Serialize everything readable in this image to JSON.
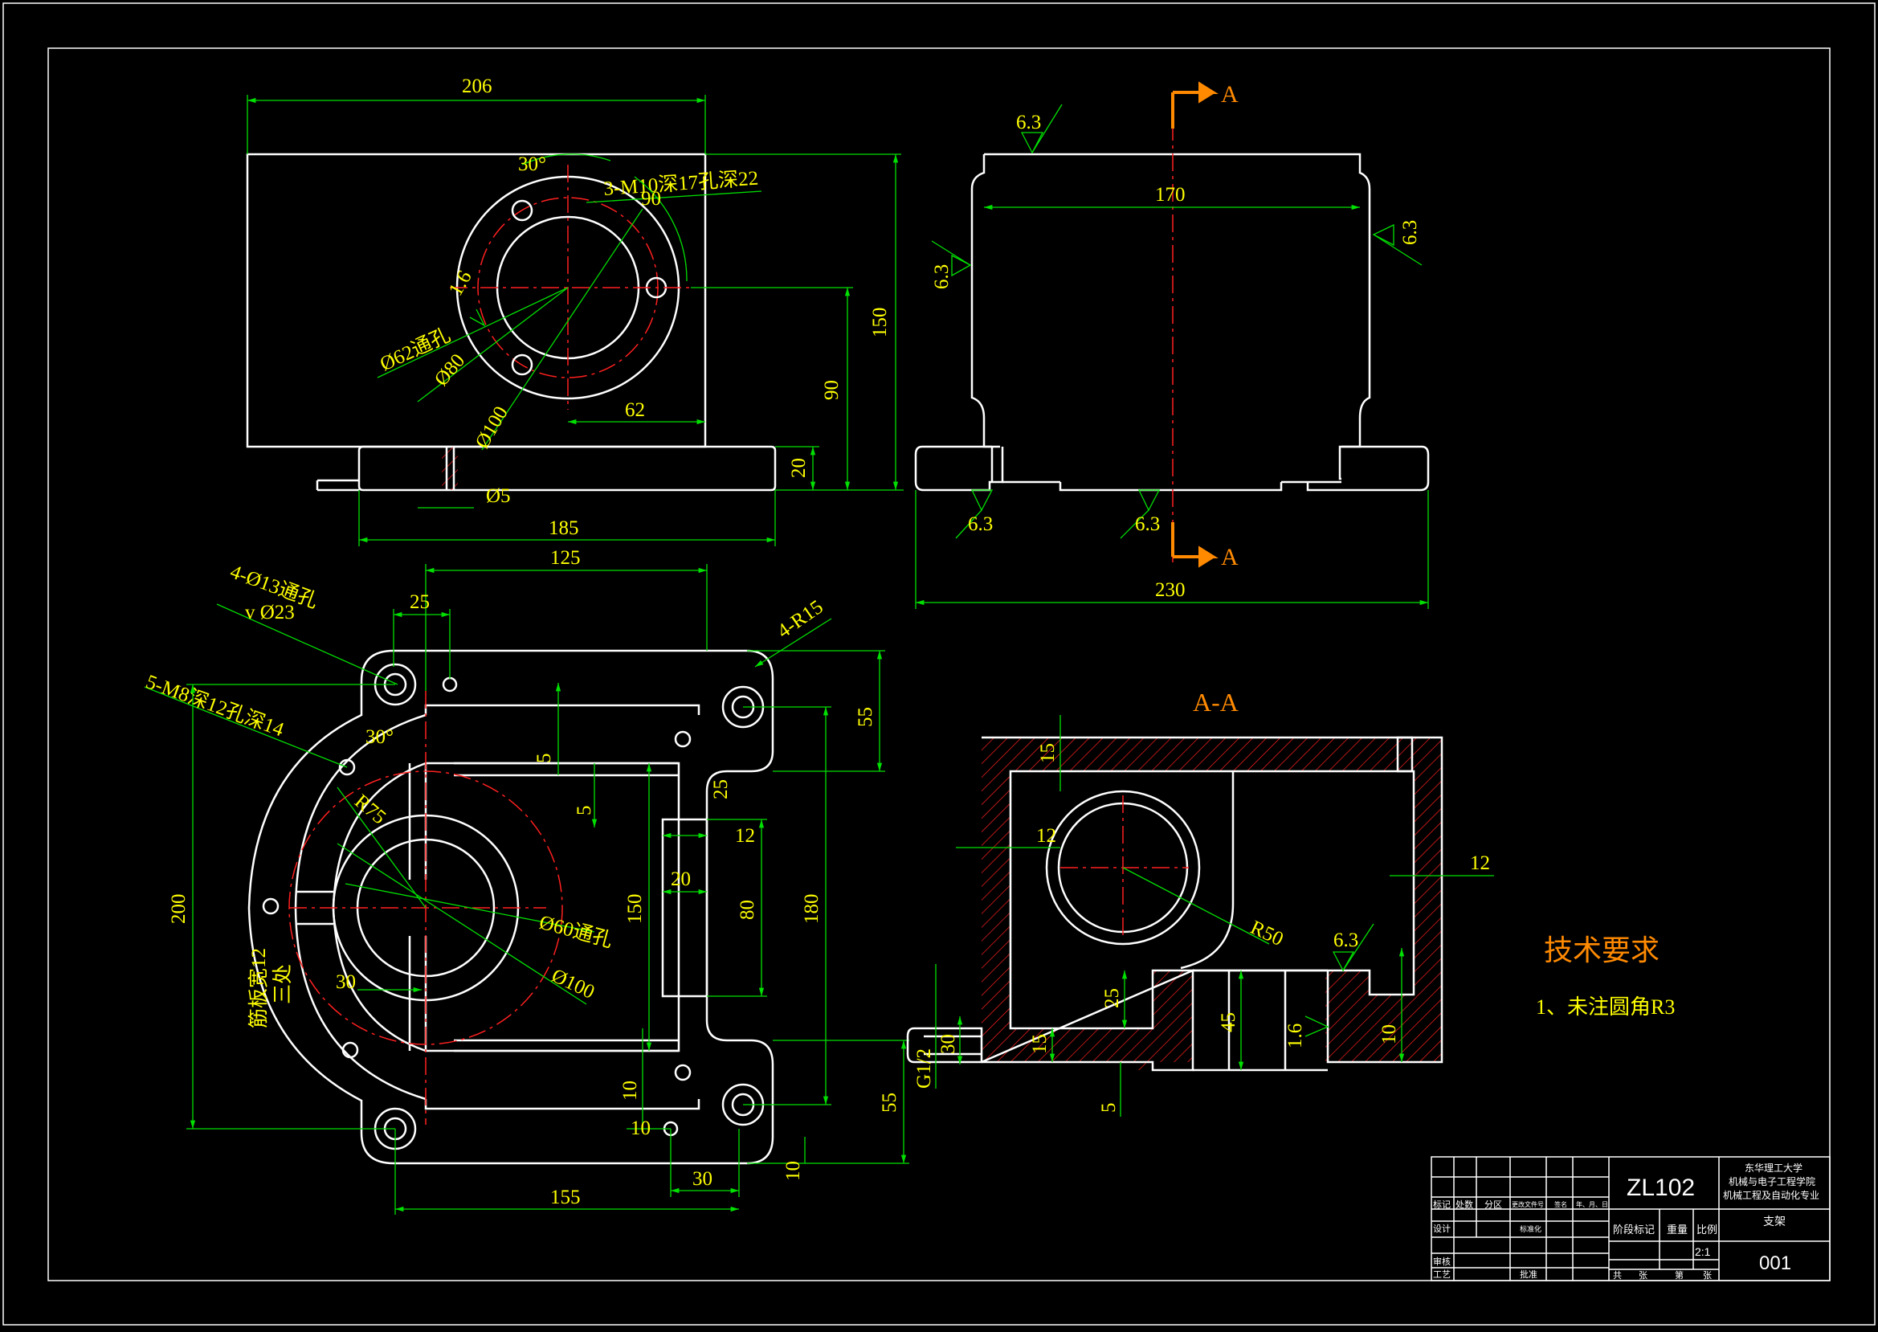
{
  "colors": {
    "background": "#000000",
    "outline": "#ffffff",
    "dimension_line": "#00e000",
    "dimension_text": "#ffff00",
    "centerline": "#ff2020",
    "hatch": "#ff2020",
    "section_mark": "#ff8a00"
  },
  "front_view": {
    "dims": {
      "width_206": "206",
      "thread_note": "3-M10深17孔深22",
      "angle_30": "30°",
      "angle_90": "90",
      "finish_1_6": "1.6",
      "hole_62": "Ø62通孔",
      "dia_80": "Ø80",
      "dia_100": "Ø100",
      "d_62": "62",
      "h_150": "150",
      "h_90": "90",
      "h_20": "20",
      "d_5": "Ø5",
      "w_185": "185"
    }
  },
  "side_view": {
    "section_label": "A",
    "dims": {
      "w_170": "170",
      "w_230": "230",
      "finish_top": "6.3",
      "finish_left": "6.3",
      "finish_right": "6.3",
      "finish_bottom_left": "6.3",
      "finish_bottom_mid": "6.3"
    }
  },
  "top_view": {
    "dims": {
      "w_125": "125",
      "hole_13_line1": "4-Ø13通孔",
      "hole_13_line2": "v Ø23",
      "w_25": "25",
      "tap_note": "5-M8深12孔深14",
      "angle_30": "30°",
      "r_75": "R75",
      "r_15": "4-R15",
      "h_55_top": "55",
      "d_5a": "5",
      "d_5b": "5",
      "d_25": "25",
      "d_12": "12",
      "d_20": "20",
      "d_150": "150",
      "d_80": "80",
      "d_180": "180",
      "h_200": "200",
      "rib_note_line1": "筋板宽12",
      "rib_note_line2": "三处",
      "hole_60": "Ø60通孔",
      "dia_100": "Ø100",
      "d_30": "30",
      "d_10a": "10",
      "d_10b": "10",
      "w_30": "30",
      "w_155": "155",
      "h_55_bottom": "55",
      "d_10c": "10"
    }
  },
  "section_view": {
    "title": "A-A",
    "dims": {
      "d_15a": "15",
      "d_12a": "12",
      "d_12b": "12",
      "r_50": "R50",
      "finish_6_3": "6.3",
      "d_25": "25",
      "d_45": "45",
      "finish_1_6": "1.6",
      "d_10": "10",
      "d_30": "30",
      "d_15b": "15",
      "thread_g": "G1/2",
      "d_5": "5"
    }
  },
  "technical_requirements": {
    "heading": "技术要求",
    "item_1": "1、未注圆角R3"
  },
  "title_block": {
    "material": "ZL102",
    "school_line1": "东华理工大学",
    "school_line2": "机械与电子工程学院",
    "school_line3": "机械工程及自动化专业",
    "part_name": "支架",
    "drawing_no": "001",
    "scale_label": "比例",
    "scale_value": "2:1",
    "weight_label": "重量",
    "stage_label": "阶段标记",
    "col_mark": "标记",
    "col_count": "处数",
    "col_zone": "分区",
    "col_doc": "更改文件号",
    "col_sign": "签名",
    "col_date": "年、月、日",
    "row_design": "设计",
    "row_standard": "标准化",
    "row_check": "审核",
    "row_process": "工艺",
    "row_approve": "批准",
    "sheets_total": "共",
    "sheets_label": "张",
    "sheet_no": "第",
    "sheet_label": "张"
  }
}
